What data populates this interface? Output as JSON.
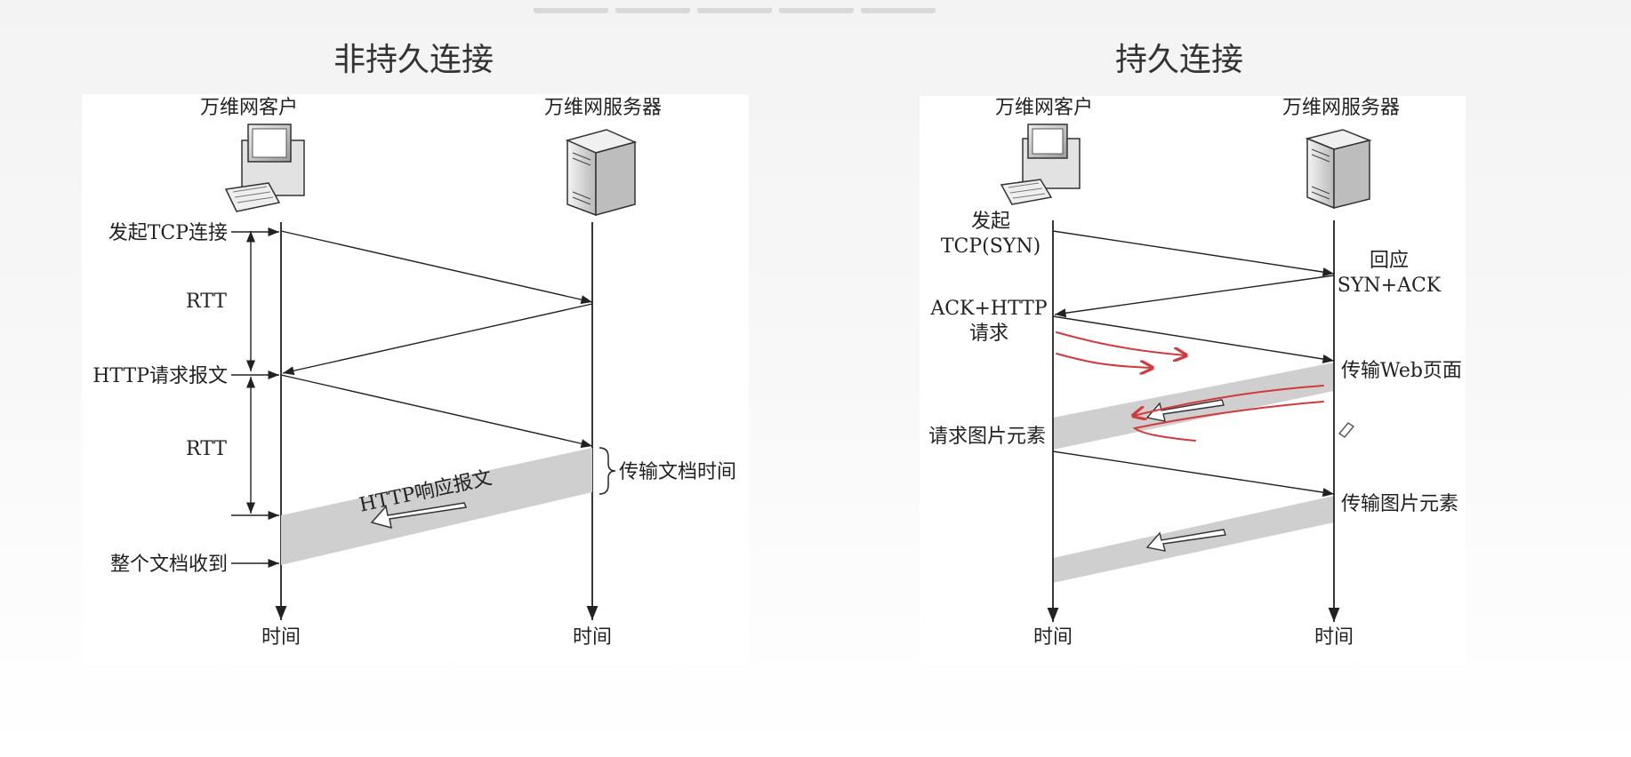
{
  "left": {
    "title": "非持久连接",
    "client_label": "万维网客户",
    "server_label": "万维网服务器",
    "initiate_tcp": "发起TCP连接",
    "rtt1": "RTT",
    "http_request": "HTTP请求报文",
    "rtt2": "RTT",
    "http_response": "HTTP响应报文",
    "transfer_time": "传输文档时间",
    "document_received": "整个文档收到",
    "time_client": "时间",
    "time_server": "时间"
  },
  "right": {
    "title": "持久连接",
    "client_label": "万维网客户",
    "server_label": "万维网服务器",
    "syn_line1": "发起",
    "syn_line2": "TCP(SYN)",
    "synack_line1": "回应",
    "synack_line2": "SYN+ACK",
    "ack_line1": "ACK+HTTP",
    "ack_line2": "请求",
    "transfer_web": "传输Web页面",
    "request_image": "请求图片元素",
    "transfer_image": "传输图片元素",
    "time_client": "时间",
    "time_server": "时间"
  },
  "colors": {
    "line": "#222222",
    "band": "#cfcfcf",
    "annotation": "#d23a3a"
  }
}
